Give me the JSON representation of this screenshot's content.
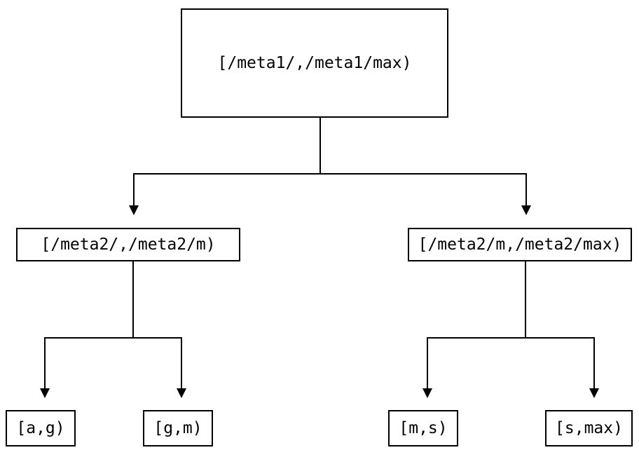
{
  "diagram": {
    "type": "tree",
    "colors": {
      "line": "#000000",
      "text": "#000000",
      "background": "#ffffff"
    },
    "root": {
      "label": "[/meta1/,/meta1/max)"
    },
    "level2": [
      {
        "label": "[/meta2/,/meta2/m)"
      },
      {
        "label": "[/meta2/m,/meta2/max)"
      }
    ],
    "leaves": [
      {
        "label": "[a,g)"
      },
      {
        "label": "[g,m)"
      },
      {
        "label": "[m,s)"
      },
      {
        "label": "[s,max)"
      }
    ],
    "edges": [
      {
        "from": "root",
        "to": "level2.0"
      },
      {
        "from": "root",
        "to": "level2.1"
      },
      {
        "from": "level2.0",
        "to": "leaves.0"
      },
      {
        "from": "level2.0",
        "to": "leaves.1"
      },
      {
        "from": "level2.1",
        "to": "leaves.2"
      },
      {
        "from": "level2.1",
        "to": "leaves.3"
      }
    ]
  }
}
